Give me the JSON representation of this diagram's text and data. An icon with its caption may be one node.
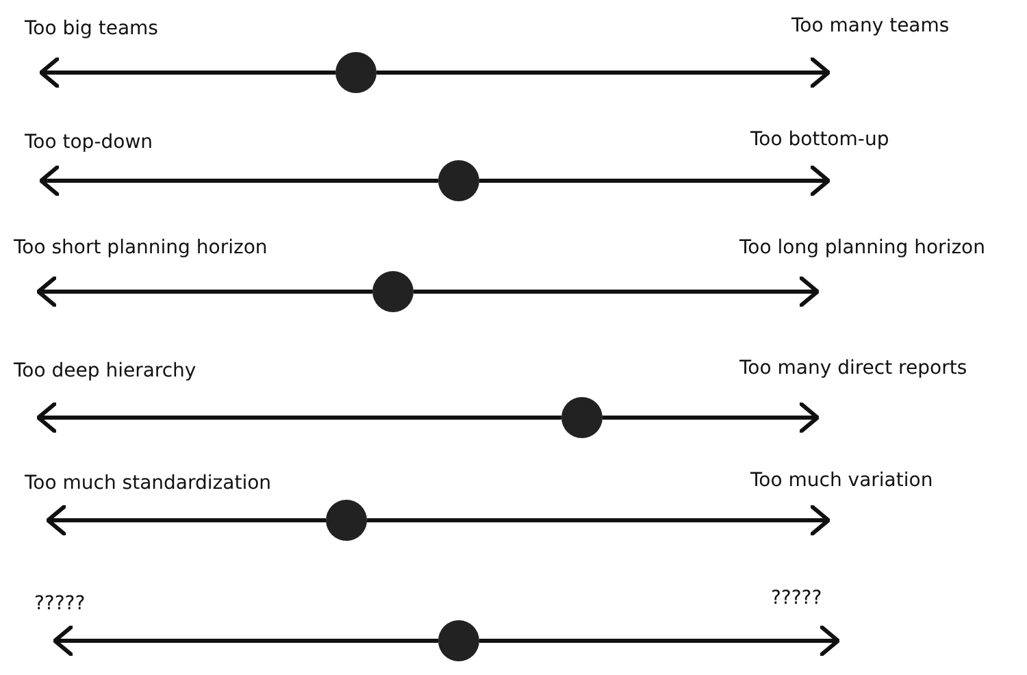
{
  "diagram": {
    "nodes": [
      {
        "text": [],
        "shape": "circle"
      },
      {
        "text": [],
        "shape": "circle"
      },
      {
        "text": [],
        "shape": "circle"
      },
      {
        "text": [],
        "shape": "circle"
      },
      {
        "text": [],
        "shape": "circle"
      },
      {
        "text": [],
        "shape": "circle"
      }
    ],
    "edges": [
      {
        "from": 0,
        "to": null,
        "arrow": "to"
      },
      {
        "from": 0,
        "to": null,
        "arrow": "to"
      },
      {
        "from": 1,
        "to": null,
        "arrow": "to"
      },
      {
        "from": 1,
        "to": null,
        "arrow": "to"
      },
      {
        "from": 2,
        "to": null,
        "arrow": "to"
      },
      {
        "from": 2,
        "to": null,
        "arrow": "to"
      },
      {
        "from": 3,
        "to": null,
        "arrow": "to"
      },
      {
        "from": 3,
        "to": null,
        "arrow": "to"
      },
      {
        "from": 4,
        "to": null,
        "arrow": "to"
      },
      {
        "from": 4,
        "to": null,
        "arrow": "to"
      },
      {
        "from": 5,
        "to": null,
        "arrow": "to"
      },
      {
        "from": 5,
        "to": null,
        "arrow": "to"
      }
    ],
    "labels": [
      "Too big teams",
      "Too many teams",
      "Too top-down",
      "Too bottom-up",
      "Too short planning horizon",
      "Too long planning horizon",
      "Too deep hierarchy",
      "Too many direct reports",
      "Too much standardization",
      "Too much variation",
      "?????",
      "?????"
    ]
  }
}
